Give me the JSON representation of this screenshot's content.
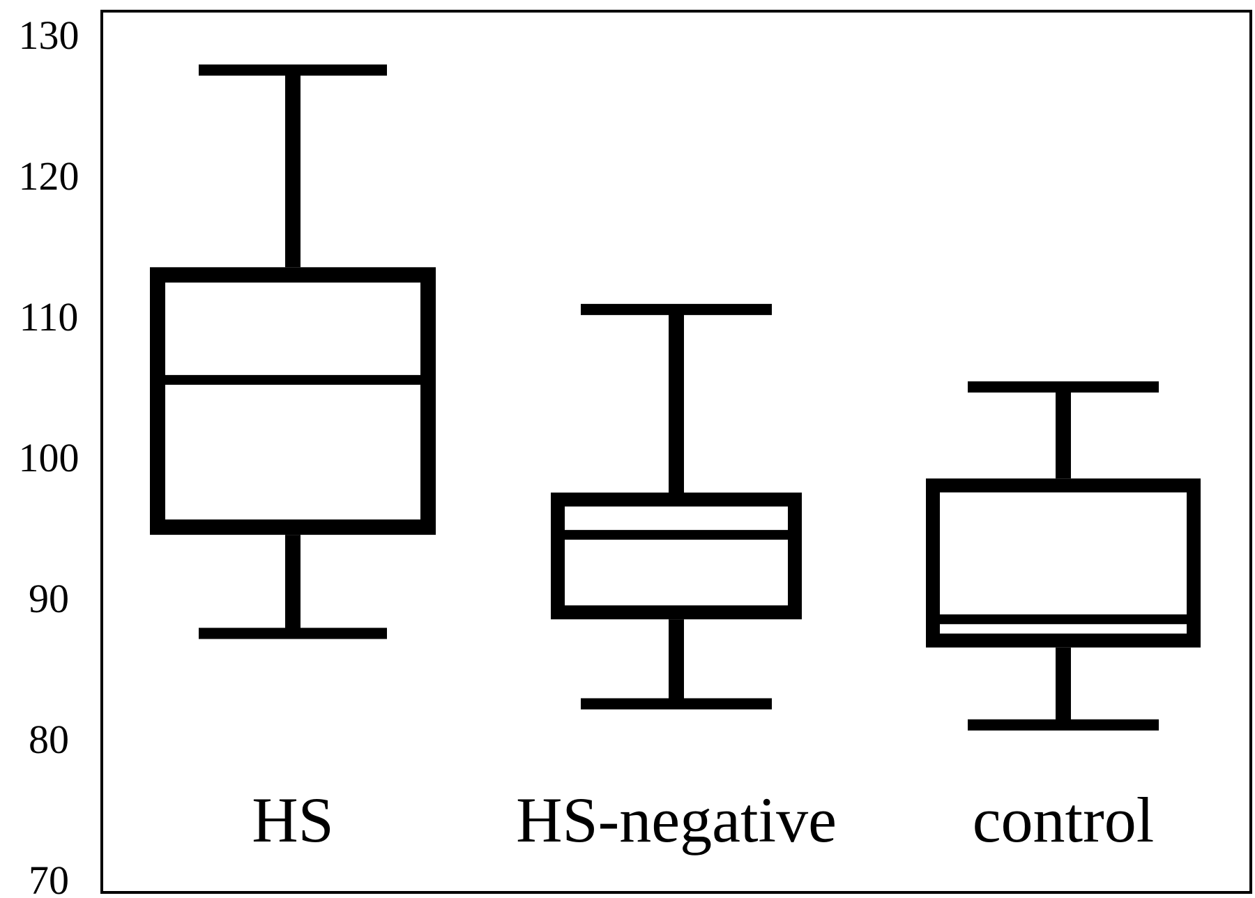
{
  "chart_data": {
    "type": "box",
    "ylim": [
      70,
      130
    ],
    "yticks": [
      130,
      120,
      110,
      100,
      90,
      80,
      70
    ],
    "categories": [
      "HS",
      "HS-negative",
      "control"
    ],
    "boxes": [
      {
        "category": "HS",
        "min": 87.5,
        "q1": 94.5,
        "median": 105.5,
        "q3": 113.5,
        "max": 127.5
      },
      {
        "category": "HS-negative",
        "min": 82.5,
        "q1": 88.5,
        "median": 94.5,
        "q3": 97.5,
        "max": 110.5
      },
      {
        "category": "control",
        "min": 81,
        "q1": 86.5,
        "median": 88.5,
        "q3": 98.5,
        "max": 105
      }
    ],
    "colors": {
      "ink": "#000000",
      "background": "#ffffff"
    }
  }
}
